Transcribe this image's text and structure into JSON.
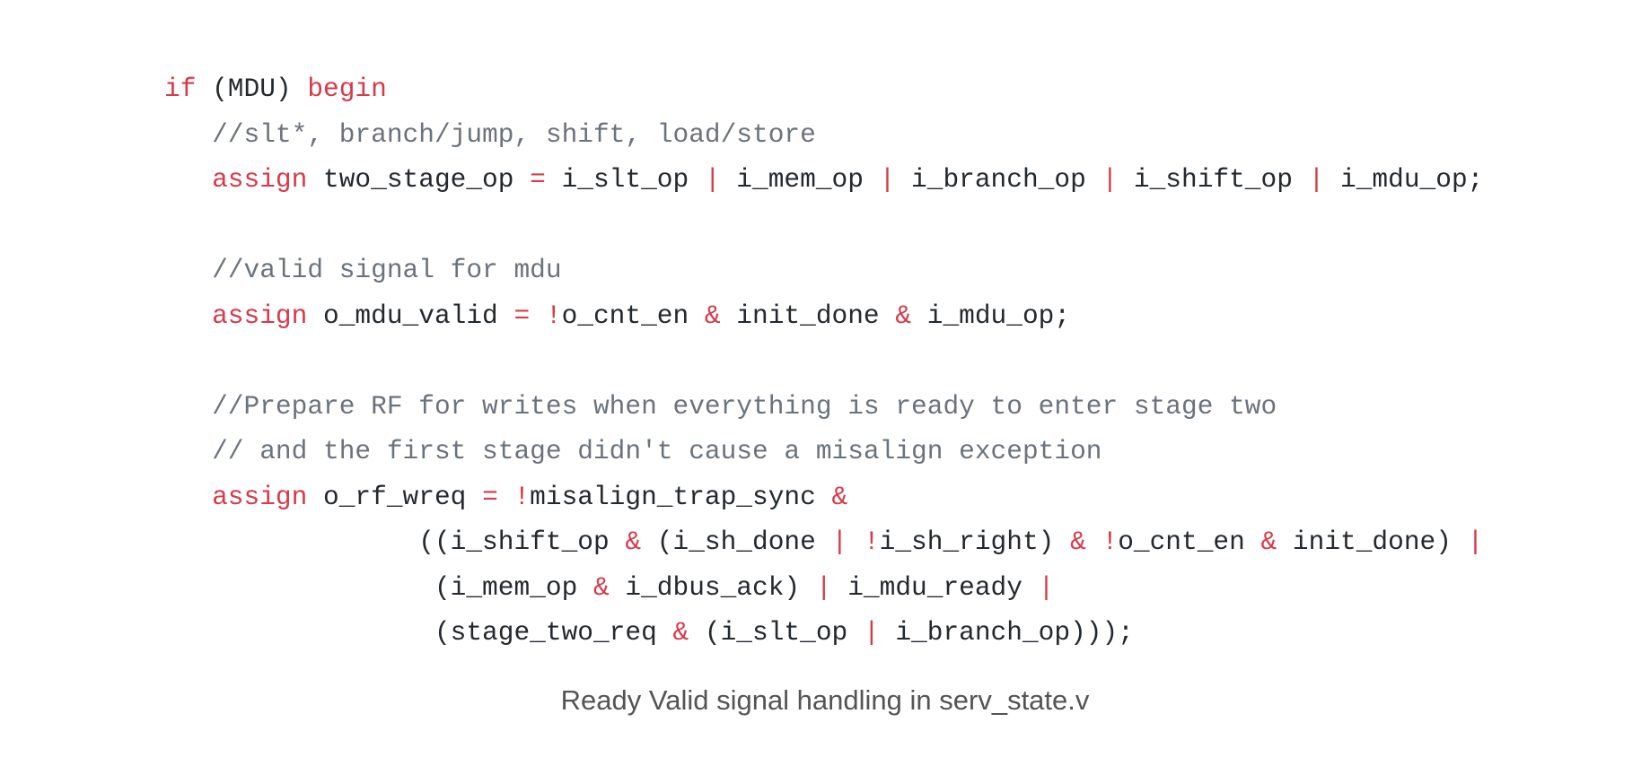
{
  "theme": {
    "keyword_color": "#d73a49",
    "comment_color": "#6a737d",
    "text_color": "#24292e",
    "caption_color": "#545454",
    "background": "#ffffff"
  },
  "code": {
    "lines": [
      [
        {
          "t": "kw",
          "v": "if"
        },
        {
          "t": "id",
          "v": " (MDU) "
        },
        {
          "t": "kw",
          "v": "begin"
        }
      ],
      [
        {
          "t": "id",
          "v": "   "
        },
        {
          "t": "cm",
          "v": "//slt*, branch/jump, shift, load/store"
        }
      ],
      [
        {
          "t": "id",
          "v": "   "
        },
        {
          "t": "kw",
          "v": "assign"
        },
        {
          "t": "id",
          "v": " two_stage_op "
        },
        {
          "t": "op",
          "v": "="
        },
        {
          "t": "id",
          "v": " i_slt_op "
        },
        {
          "t": "op",
          "v": "|"
        },
        {
          "t": "id",
          "v": " i_mem_op "
        },
        {
          "t": "op",
          "v": "|"
        },
        {
          "t": "id",
          "v": " i_branch_op "
        },
        {
          "t": "op",
          "v": "|"
        },
        {
          "t": "id",
          "v": " i_shift_op "
        },
        {
          "t": "op",
          "v": "|"
        },
        {
          "t": "id",
          "v": " i_mdu_op;"
        }
      ],
      [],
      [
        {
          "t": "id",
          "v": "   "
        },
        {
          "t": "cm",
          "v": "//valid signal for mdu"
        }
      ],
      [
        {
          "t": "id",
          "v": "   "
        },
        {
          "t": "kw",
          "v": "assign"
        },
        {
          "t": "id",
          "v": " o_mdu_valid "
        },
        {
          "t": "op",
          "v": "="
        },
        {
          "t": "id",
          "v": " "
        },
        {
          "t": "op",
          "v": "!"
        },
        {
          "t": "id",
          "v": "o_cnt_en "
        },
        {
          "t": "op",
          "v": "&"
        },
        {
          "t": "id",
          "v": " init_done "
        },
        {
          "t": "op",
          "v": "&"
        },
        {
          "t": "id",
          "v": " i_mdu_op;"
        }
      ],
      [],
      [
        {
          "t": "id",
          "v": "   "
        },
        {
          "t": "cm",
          "v": "//Prepare RF for writes when everything is ready to enter stage two"
        }
      ],
      [
        {
          "t": "id",
          "v": "   "
        },
        {
          "t": "cm",
          "v": "// and the first stage didn't cause a misalign exception"
        }
      ],
      [
        {
          "t": "id",
          "v": "   "
        },
        {
          "t": "kw",
          "v": "assign"
        },
        {
          "t": "id",
          "v": " o_rf_wreq "
        },
        {
          "t": "op",
          "v": "="
        },
        {
          "t": "id",
          "v": " "
        },
        {
          "t": "op",
          "v": "!"
        },
        {
          "t": "id",
          "v": "misalign_trap_sync "
        },
        {
          "t": "op",
          "v": "&"
        }
      ],
      [
        {
          "t": "id",
          "v": "                ((i_shift_op "
        },
        {
          "t": "op",
          "v": "&"
        },
        {
          "t": "id",
          "v": " (i_sh_done "
        },
        {
          "t": "op",
          "v": "|"
        },
        {
          "t": "id",
          "v": " "
        },
        {
          "t": "op",
          "v": "!"
        },
        {
          "t": "id",
          "v": "i_sh_right) "
        },
        {
          "t": "op",
          "v": "&"
        },
        {
          "t": "id",
          "v": " "
        },
        {
          "t": "op",
          "v": "!"
        },
        {
          "t": "id",
          "v": "o_cnt_en "
        },
        {
          "t": "op",
          "v": "&"
        },
        {
          "t": "id",
          "v": " init_done) "
        },
        {
          "t": "op",
          "v": "|"
        }
      ],
      [
        {
          "t": "id",
          "v": "                 (i_mem_op "
        },
        {
          "t": "op",
          "v": "&"
        },
        {
          "t": "id",
          "v": " i_dbus_ack) "
        },
        {
          "t": "op",
          "v": "|"
        },
        {
          "t": "id",
          "v": " i_mdu_ready "
        },
        {
          "t": "op",
          "v": "|"
        }
      ],
      [
        {
          "t": "id",
          "v": "                 (stage_two_req "
        },
        {
          "t": "op",
          "v": "&"
        },
        {
          "t": "id",
          "v": " (i_slt_op "
        },
        {
          "t": "op",
          "v": "|"
        },
        {
          "t": "id",
          "v": " i_branch_op)));"
        }
      ]
    ]
  },
  "caption": "Ready Valid signal handling in serv_state.v"
}
